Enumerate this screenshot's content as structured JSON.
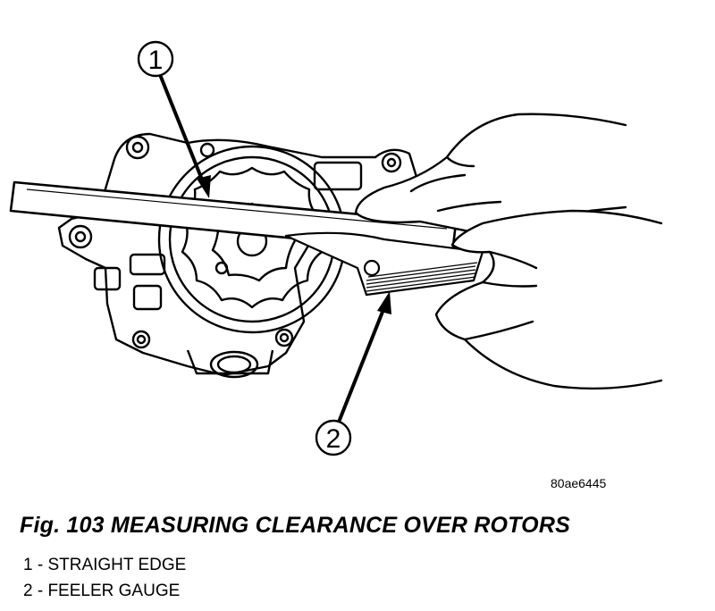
{
  "figure": {
    "callouts": [
      {
        "number": "1"
      },
      {
        "number": "2"
      }
    ],
    "image_code": "80ae6445",
    "caption": "Fig. 103 MEASURING CLEARANCE OVER ROTORS",
    "legend": [
      "1 - STRAIGHT EDGE",
      "2 - FEELER GAUGE"
    ]
  }
}
